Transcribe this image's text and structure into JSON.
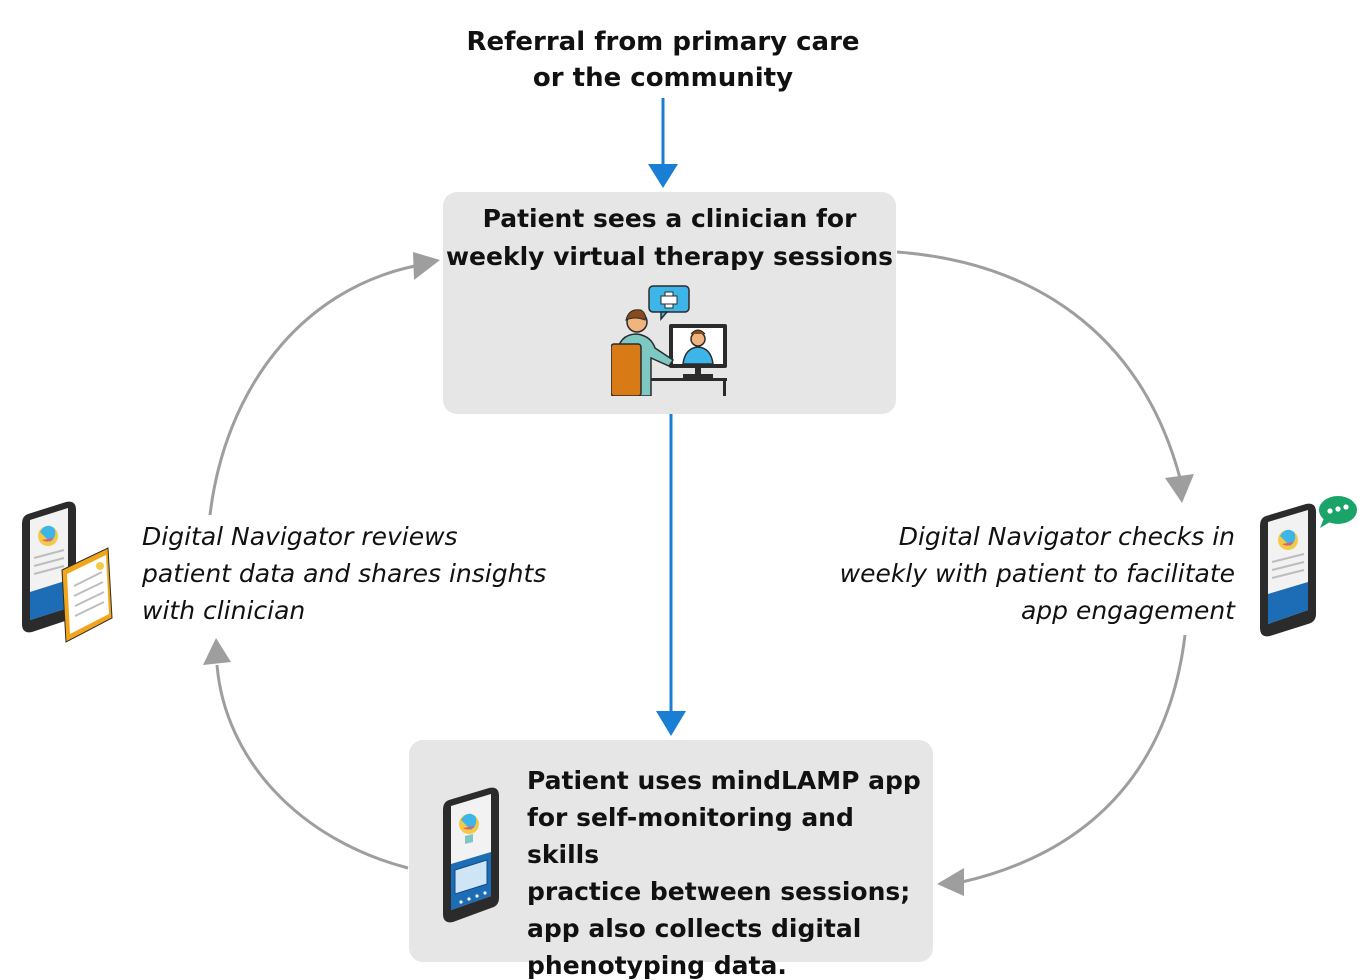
{
  "referral": {
    "text": "Referral from primary care\nor the community"
  },
  "top_box": {
    "text": "Patient sees a clinician for\nweekly virtual therapy sessions",
    "icon": "telehealth-consultation-icon"
  },
  "bottom_box": {
    "text": "Patient uses mindLAMP app\nfor self-monitoring and skills\npractice between sessions;\napp also collects digital\nphenotyping data.",
    "icon": "smartphone-app-icon"
  },
  "left_note": {
    "text": "Digital Navigator reviews\npatient data and shares insights\nwith clinician",
    "icon": "phone-with-report-icon"
  },
  "right_note": {
    "text": "Digital Navigator checks in\nweekly with patient to facilitate\napp engagement",
    "icon": "phone-with-chat-icon"
  },
  "colors": {
    "box_fill": "#e6e6e6",
    "flow_arrow": "#1a7fd4",
    "cycle_arrow": "#9e9e9e",
    "text": "#111111"
  }
}
